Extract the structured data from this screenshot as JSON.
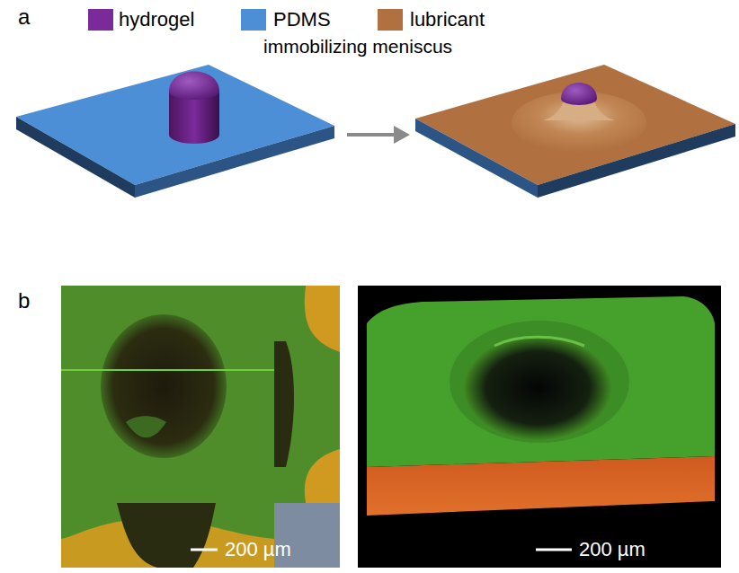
{
  "diagram": {
    "labels": [
      "a",
      "immobilizing meniscus",
      "b",
      "200 µm",
      "200 µm"
    ],
    "legend": [
      {
        "text": "hydrogel",
        "color": "#7b2a9a"
      },
      {
        "text": "PDMS",
        "color": "#4d8fd6"
      },
      {
        "text": "lubricant",
        "color": "#b0703f"
      }
    ]
  }
}
